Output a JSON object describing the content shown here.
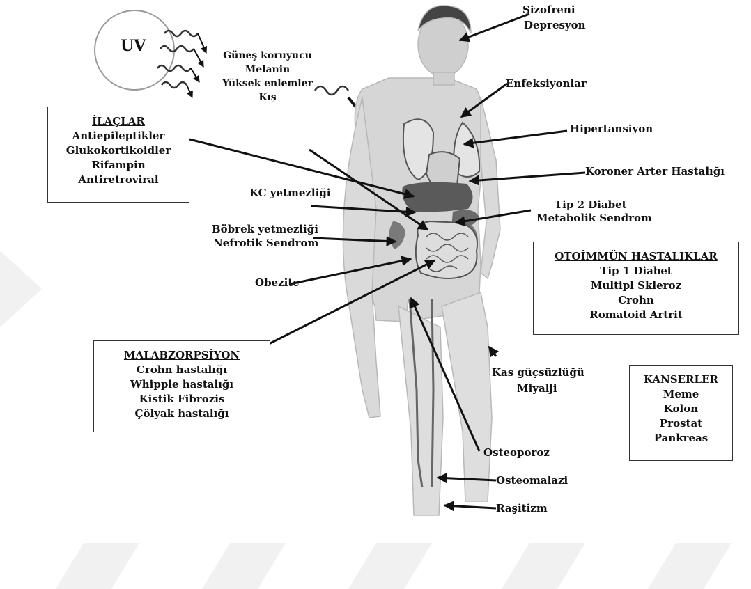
{
  "uv": {
    "label": "UV",
    "factors": [
      "Güneş koruyucu",
      "Melanin",
      "Yüksek enlemler",
      "Kış"
    ]
  },
  "labels": {
    "sizofreni": "Şizofreni",
    "depresyon": "Depresyon",
    "enfeksiyonlar": "Enfeksiyonlar",
    "hipertansiyon": "Hipertansiyon",
    "koroner": "Koroner Arter Hastalığı",
    "kc": "KC yetmezliği",
    "tip2": "Tip 2 Diabet",
    "metabolik": "Metabolik Sendrom",
    "bobrek": "Böbrek yetmezliği",
    "nefrotik": "Nefrotik Sendrom",
    "obezite": "Obezite",
    "kas": "Kas güçsüzlüğü",
    "miyalji": "Miyalji",
    "osteoporoz": "Osteoporoz",
    "osteomalazi": "Osteomalazi",
    "rasitizm": "Raşitizm"
  },
  "boxes": {
    "ilaclar": {
      "title": "İLAÇLAR",
      "items": [
        "Antiepileptikler",
        "Glukokortikoidler",
        "Rifampin",
        "Antiretroviral"
      ]
    },
    "otoimmun": {
      "title": "OTOİMMÜN HASTALIKLAR",
      "items": [
        "Tip 1 Diabet",
        "Multipl Skleroz",
        "Crohn",
        "Romatoid Artrit"
      ]
    },
    "malabzorpsiyon": {
      "title": "MALABZORPSİYON",
      "items": [
        "Crohn hastalığı",
        "Whipple hastalığı",
        "Kistik Fibrozis",
        "Çölyak hastalığı"
      ]
    },
    "kanserler": {
      "title": "KANSERLER",
      "items": [
        "Meme",
        "Kolon",
        "Prostat",
        "Pankreas"
      ]
    }
  }
}
